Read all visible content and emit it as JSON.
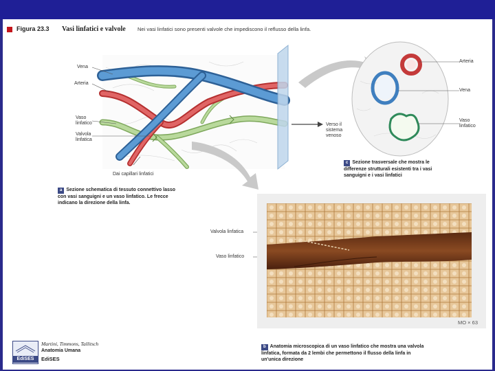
{
  "figure": {
    "number": "Figura 23.3",
    "title": "Vasi linfatici e valvole",
    "description": "Nei vasi linfatici sono presenti valvole che impediscono il reflusso della linfa."
  },
  "panel_a": {
    "labels": {
      "vena": "Vena",
      "arteria": "Arteria",
      "vaso_linfatico": [
        "Vaso",
        "linfatico"
      ],
      "valvola_linfatica": [
        "Valvola",
        "linfatica"
      ],
      "capillari": "Dai capillari linfatici",
      "sistema_venoso": [
        "Verso il",
        "sistema",
        "venoso"
      ]
    },
    "caption_key": "a",
    "caption": [
      "Sezione schematica di tessuto connettivo lasso",
      "con vasi sanguigni e un vaso linfatico. Le frecce",
      "indicano la direzione della linfa."
    ]
  },
  "panel_b": {
    "labels": {
      "valvola": "Valvola linfatica",
      "vaso": "Vaso linfatico",
      "magnification": "MO × 63"
    },
    "caption_key": "b",
    "caption": [
      "Anatomia microscopica di un vaso linfatico che mostra una valvola",
      "linfatica, formata da 2 lembi che permettono il flusso della linfa in",
      "un'unica direzione"
    ]
  },
  "panel_c": {
    "labels": {
      "arteria": "Arteria",
      "vena": "Vena",
      "vaso_linfatico": [
        "Vaso",
        "linfatico"
      ]
    },
    "caption_key": "c",
    "caption": [
      "Sezione trasversale che mostra le",
      "differenze strutturali esistenti tra i vasi",
      "sanguigni e i vasi linfatici"
    ]
  },
  "publisher": {
    "authors": "Martini, Timmons, Tallitsch",
    "book": "Anatomia Umana",
    "logo": "EdiSES",
    "name": "EdiSES"
  },
  "colors": {
    "artery": "#d94a4a",
    "vein": "#4a86c0",
    "lymph": "#9cc27a",
    "frame": "#1f1f96"
  }
}
